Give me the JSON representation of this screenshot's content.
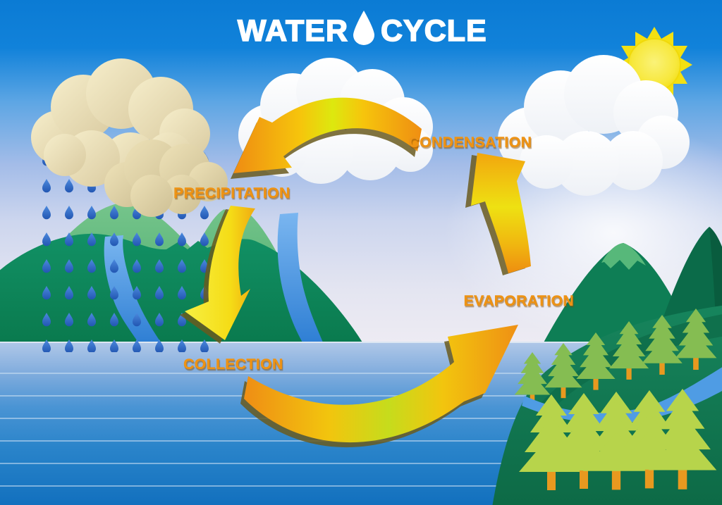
{
  "title": {
    "left": "WATER",
    "right": "CYCLE"
  },
  "labels": {
    "precipitation": "PRECIPITATION",
    "condensation": "CONDENSATION",
    "evaporation": "EVAPORATION",
    "collection": "COLLECTION"
  },
  "cycle_sequence": [
    "EVAPORATION",
    "CONDENSATION",
    "PRECIPITATION",
    "COLLECTION"
  ],
  "colors": {
    "sky_top": "#0b7bd4",
    "sky_horizon": "#edebf3",
    "water_shallow": "#b0c8e8",
    "water_deep": "#1270be",
    "label_text": "#ee9315",
    "title_text": "#ffffff",
    "arrow_orange": "#ef9014",
    "arrow_yellow": "#f2e41c",
    "arrow_shadow": "#6a5a1e",
    "mountain_light_green": "#5cb87c",
    "mountain_dark_green": "#0d8a5c",
    "hill_green": "#14805a",
    "tree_back_green": "#85bd52",
    "tree_front_green": "#b7d44b",
    "trunk_orange": "#e8991f",
    "rain_cloud_tan": "#e5d8ab",
    "cloud_white": "#ffffff",
    "sun_yellow": "#f5e312",
    "raindrop_blue": "#3a78d0",
    "river_blue": "#4f9ce4"
  }
}
